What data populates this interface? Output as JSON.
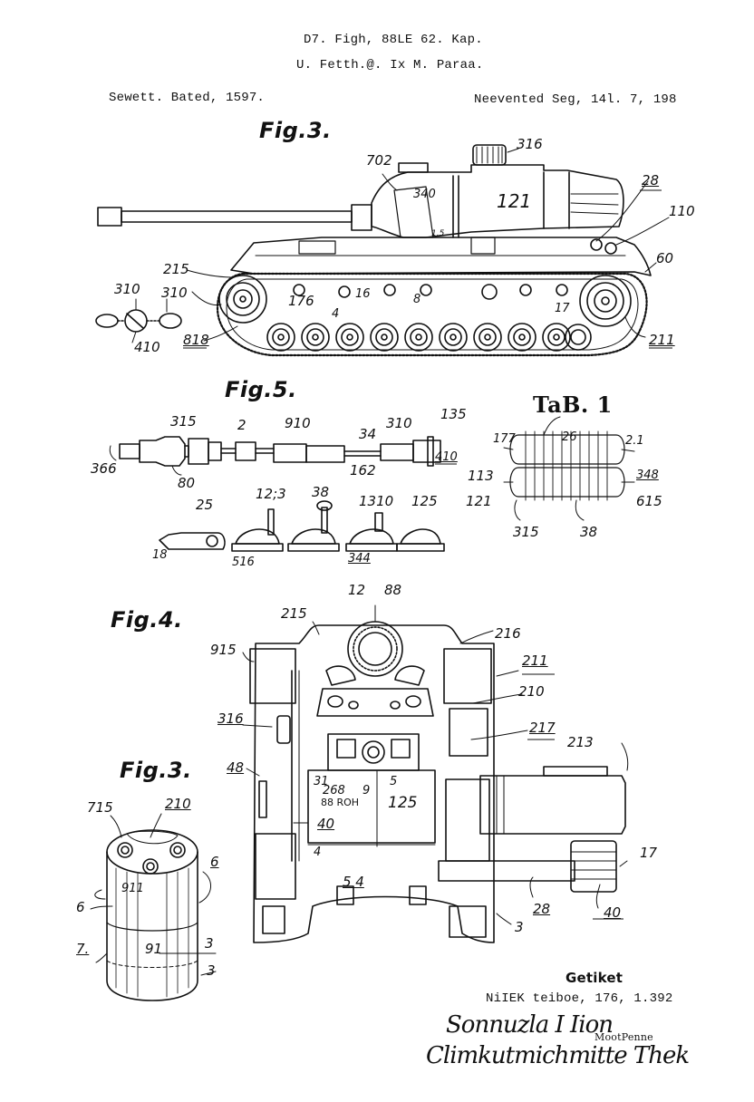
{
  "header": {
    "line1": "D7. Figh, 88LE 62. Kap.",
    "line2": "U. Fetth.@. Ix M. Paraa.",
    "left": "Sewett. Bated, 1597.",
    "right": "Neevented Seg, 14l. 7, 198"
  },
  "figures": {
    "tank_side": {
      "title": "Fig.3.",
      "labels": [
        "702",
        "316",
        "121",
        "28",
        "110",
        "60",
        "215",
        "310",
        "310",
        "176",
        "410",
        "818",
        "211",
        "340",
        "16",
        "8",
        "4",
        "17",
        "1.5"
      ]
    },
    "shaft": {
      "title": "Fig.5.",
      "labels": [
        "315",
        "2",
        "910",
        "34",
        "310",
        "135",
        "366",
        "80",
        "162",
        "410",
        "25",
        "12;3",
        "38",
        "1310",
        "125",
        "18",
        "516",
        "344"
      ]
    },
    "tab": {
      "title": "TaB. 1",
      "labels": [
        "177",
        "26",
        "2.1",
        "113",
        "348",
        "121",
        "615",
        "315",
        "38"
      ]
    },
    "top_view": {
      "title": "Fig.4.",
      "labels": [
        "12",
        "88",
        "215",
        "216",
        "915",
        "211",
        "210",
        "316",
        "217",
        "213",
        "48",
        "31",
        "268",
        "9",
        "5",
        "88 ROH",
        "125",
        "40",
        "4",
        "5 4",
        "17",
        "28",
        "40",
        "3"
      ]
    },
    "canister": {
      "title": "Fig.3.",
      "labels": [
        "715",
        "210",
        "6",
        "911",
        "6",
        "7.",
        "91",
        "3",
        "3"
      ]
    }
  },
  "footer": {
    "title": "Getiket",
    "line": "NiIEK teiboe, 176, 1.392",
    "signature1": "Sonnuzla I Iion",
    "sub": "MootPenne",
    "signature2": "Climkutmichmitte Thek"
  }
}
